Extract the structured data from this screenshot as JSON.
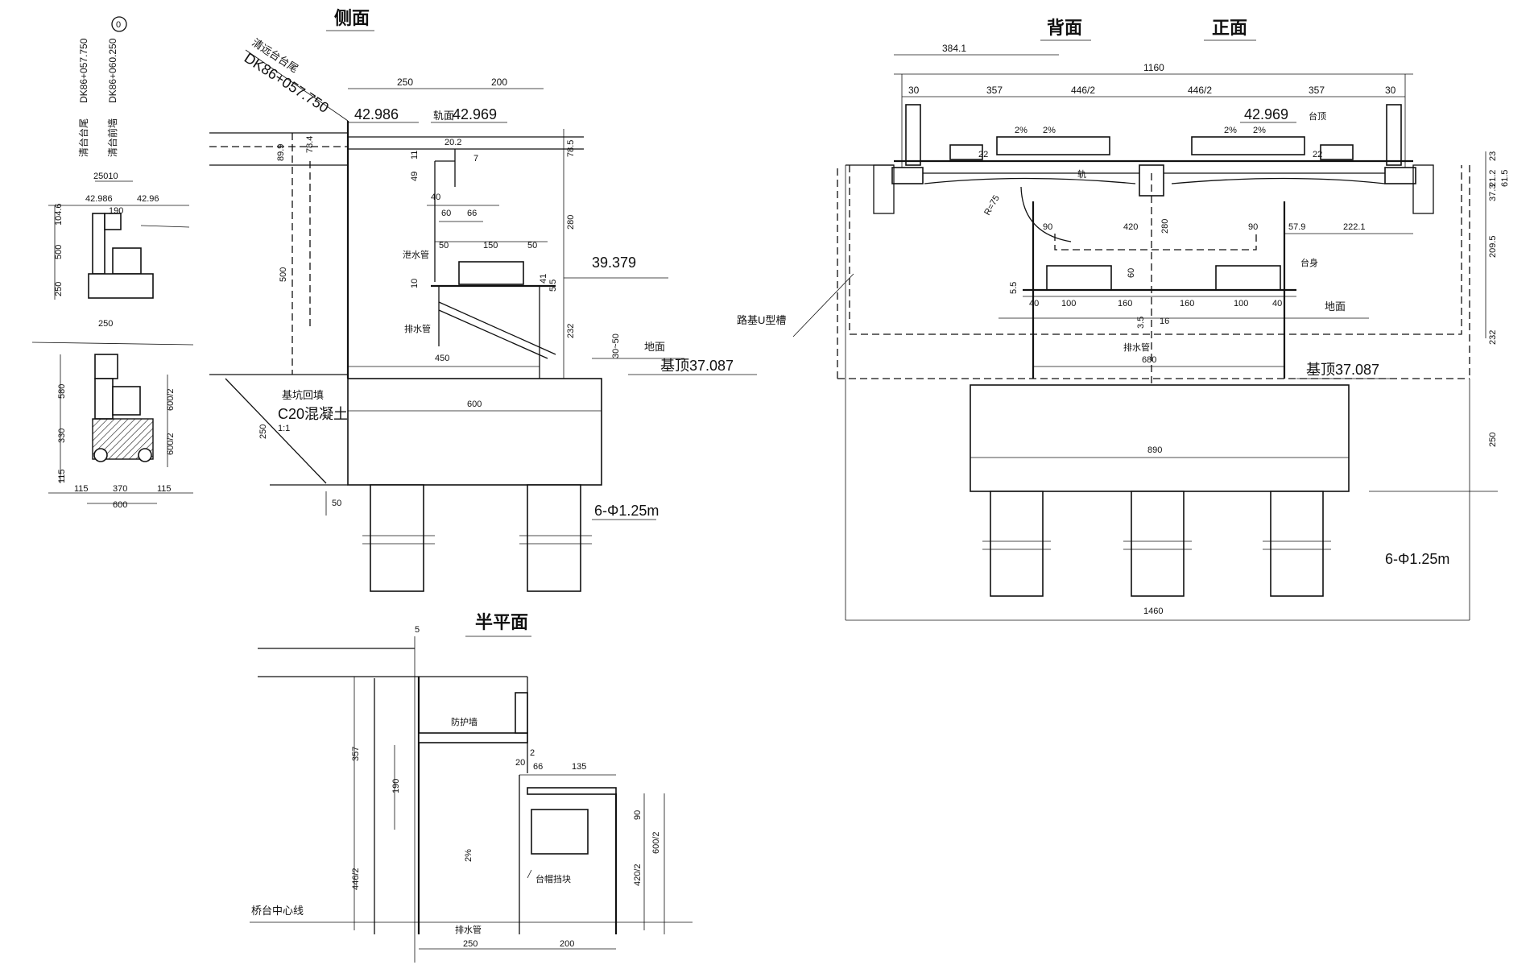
{
  "titles": {
    "side": "侧面",
    "back": "背面",
    "front": "正面",
    "half_plan": "半平面"
  },
  "key_plan": {
    "station_1_label": "清台台尾",
    "station_1_value": "DK86+057.750",
    "station_2_label": "清台前墙",
    "station_2_value": "DK86+060.250",
    "circle_mark": "0",
    "dims": {
      "d250_10": "25010",
      "elev_a": "42.986",
      "elev_b": "42.96",
      "d190": "190",
      "d104_6": "104.6",
      "d500": "500",
      "d250": "250",
      "d250_top": "250",
      "d580": "580",
      "d330": "330",
      "d115_v": "115",
      "d600_2_a": "600/2",
      "d600_2_b": "600/2",
      "d115_l": "115",
      "d370": "370",
      "d115_r": "115",
      "d600": "600"
    }
  },
  "side_view": {
    "abut_tail_label": "清远台台尾",
    "abut_tail_station": "DK86+057.750",
    "elev_top": "42.986",
    "rail_label": "轨面",
    "elev_rail": "42.969",
    "elev_seat": "39.379",
    "ground": "地面",
    "foundation_top": "基顶37.087",
    "backfill": "基坑回填",
    "concrete": "C20混凝土",
    "slope": "1:1",
    "piles": "6-Φ1.25m",
    "water_pipe": "泄水管",
    "drain": "排水管",
    "dims": {
      "d250": "250",
      "d200": "200",
      "d89_9": "89.9",
      "d78_4": "78.4",
      "d78_5": "78.5",
      "d20_2": "20.2",
      "d11": "11",
      "d7": "7",
      "d49": "49",
      "d40": "40",
      "d60": "60",
      "d66": "66",
      "d50a": "50",
      "d150": "150",
      "d50b": "50",
      "d280": "280",
      "d500": "500",
      "d10": "10",
      "d41": "41",
      "d5_5": "5.5",
      "d232": "232",
      "d30_50": "30~50",
      "d450": "450",
      "d5": "5",
      "d600": "600",
      "d250v": "250",
      "d50c": "50"
    }
  },
  "front_view": {
    "elev_rail": "42.969",
    "ground": "地面",
    "foundation_top": "基顶37.087",
    "u_channel": "路基U型槽",
    "piles": "6-Φ1.25m",
    "slab_label": "台顶",
    "seat_label": "台身",
    "drain": "排水管",
    "track": "轨",
    "slope_a": "2%",
    "slope_b": "2%",
    "slope_c": "2%",
    "slope_d": "2%",
    "radius": "R=75",
    "dims": {
      "d384_1": "384.1",
      "d1160": "1160",
      "d30_l": "30",
      "d357_l": "357",
      "d446_2_l": "446/2",
      "d446_2_r": "446/2",
      "d357_r": "357",
      "d30_r": "30",
      "d22_l": "22",
      "d22_r": "22",
      "d23": "23",
      "d21_2": "21.2",
      "d61_5": "61.5",
      "d37_3": "37.3",
      "d90_l": "90",
      "d420": "420",
      "d280": "280",
      "d90_r": "90",
      "d57_9": "57.9",
      "d222_1": "222.1",
      "d209_5": "209.5",
      "d60": "60",
      "d5_5": "5.5",
      "d40_l": "40",
      "d100_l": "100",
      "d160_l": "160",
      "d160_r": "160",
      "d100_r": "100",
      "d40_r": "40",
      "d16": "16",
      "d3_5": "3.5",
      "d680": "680",
      "d232": "232",
      "d890": "890",
      "d250": "250",
      "d1460": "1460"
    }
  },
  "half_plan": {
    "center_line": "桥台中心线",
    "guard_wall": "防护墙",
    "seat_stone": "台帽挡块",
    "drain": "排水管",
    "slope": "2%",
    "dims": {
      "d5": "5",
      "d357": "357",
      "d190": "190",
      "d446_2": "446/2",
      "d20": "20",
      "d2": "2",
      "d66": "66",
      "d135": "135",
      "d90": "90",
      "d420_2": "420/2",
      "d600_2": "600/2",
      "d250": "250",
      "d200": "200"
    }
  }
}
